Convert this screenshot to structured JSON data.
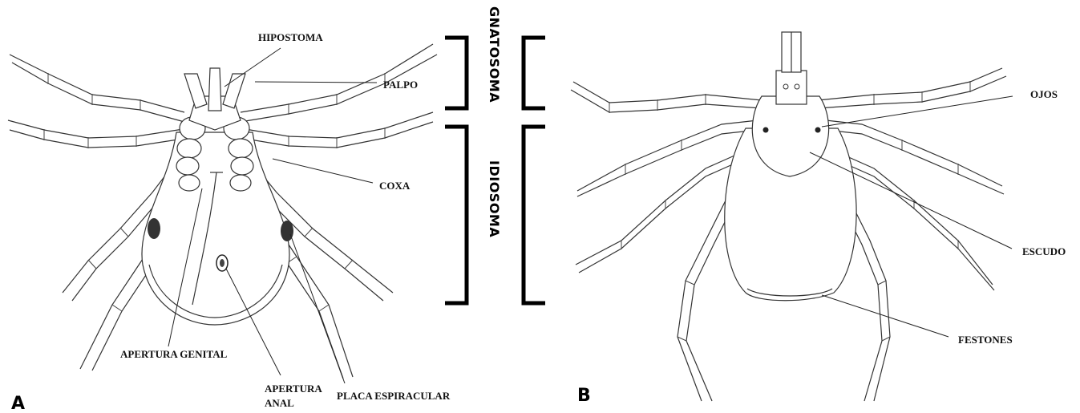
{
  "panel_a": {
    "letter": "A",
    "labels": {
      "hipostoma": "HIPOSTOMA",
      "palpo": "PALPO",
      "coxa": "COXA",
      "apertura_genital": "APERTURA GENITAL",
      "apertura_anal_line1": "APERTURA",
      "apertura_anal_line2": "ANAL",
      "placa_espiracular": "PLACA ESPIRACULAR"
    }
  },
  "center": {
    "gnatosoma": "GNATOSOMA",
    "idiosoma": "IDIOSOMA"
  },
  "panel_b": {
    "letter": "B",
    "labels": {
      "ojos": "OJOS",
      "escudo": "ESCUDO",
      "festones": "FESTONES"
    }
  }
}
